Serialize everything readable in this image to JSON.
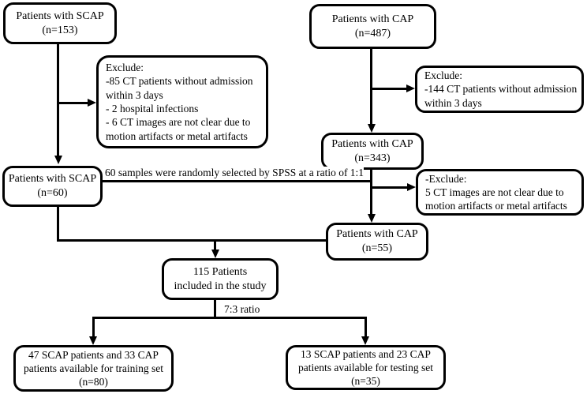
{
  "diagram": {
    "type": "flowchart",
    "colors": {
      "ink": "#000000",
      "paper": "#ffffff"
    },
    "nodes": {
      "scap_initial": {
        "text": "Patients with SCAP\n(n=153)"
      },
      "cap_initial": {
        "text": "Patients with CAP\n(n=487)"
      },
      "exclude_scap": {
        "text": "Exclude:\n-85 CT patients without admission\nwithin 3 days\n- 2 hospital infections\n- 6 CT images are not clear due to\nmotion artifacts or metal artifacts"
      },
      "exclude_cap_1": {
        "text": "Exclude:\n-144 CT patients without admission\nwithin 3 days"
      },
      "cap_filtered": {
        "text": "Patients with CAP\n(n=343)"
      },
      "scap_filtered": {
        "text": "Patients with SCAP\n(n=60)"
      },
      "exclude_cap_2": {
        "text": "-Exclude:\n5 CT images are not clear due to\nmotion artifacts or metal artifacts"
      },
      "cap_final": {
        "text": "Patients with CAP\n(n=55)"
      },
      "included": {
        "text": "115 Patients\nincluded in the study"
      },
      "training": {
        "text": "47 SCAP patients and 33 CAP\npatients available for training set\n(n=80)"
      },
      "testing": {
        "text": "13 SCAP patients and 23 CAP\npatients available for testing set\n(n=35)"
      }
    },
    "edge_labels": {
      "spss_selection": "60 samples were randomly selected by SPSS at a ratio of 1:1",
      "split_ratio": "7:3 ratio"
    },
    "edges": [
      {
        "from": "scap_initial",
        "to": "scap_filtered"
      },
      {
        "from": "scap_initial",
        "to": "exclude_scap"
      },
      {
        "from": "cap_initial",
        "to": "cap_filtered"
      },
      {
        "from": "cap_initial",
        "to": "exclude_cap_1"
      },
      {
        "from": "cap_filtered",
        "to": "cap_final"
      },
      {
        "from": "scap_filtered",
        "to": "exclude_cap_2",
        "label": "spss_selection"
      },
      {
        "from": "scap_filtered",
        "to": "included"
      },
      {
        "from": "cap_final",
        "to": "included"
      },
      {
        "from": "included",
        "to": "training",
        "label": "split_ratio"
      },
      {
        "from": "included",
        "to": "testing",
        "label": "split_ratio"
      }
    ]
  }
}
